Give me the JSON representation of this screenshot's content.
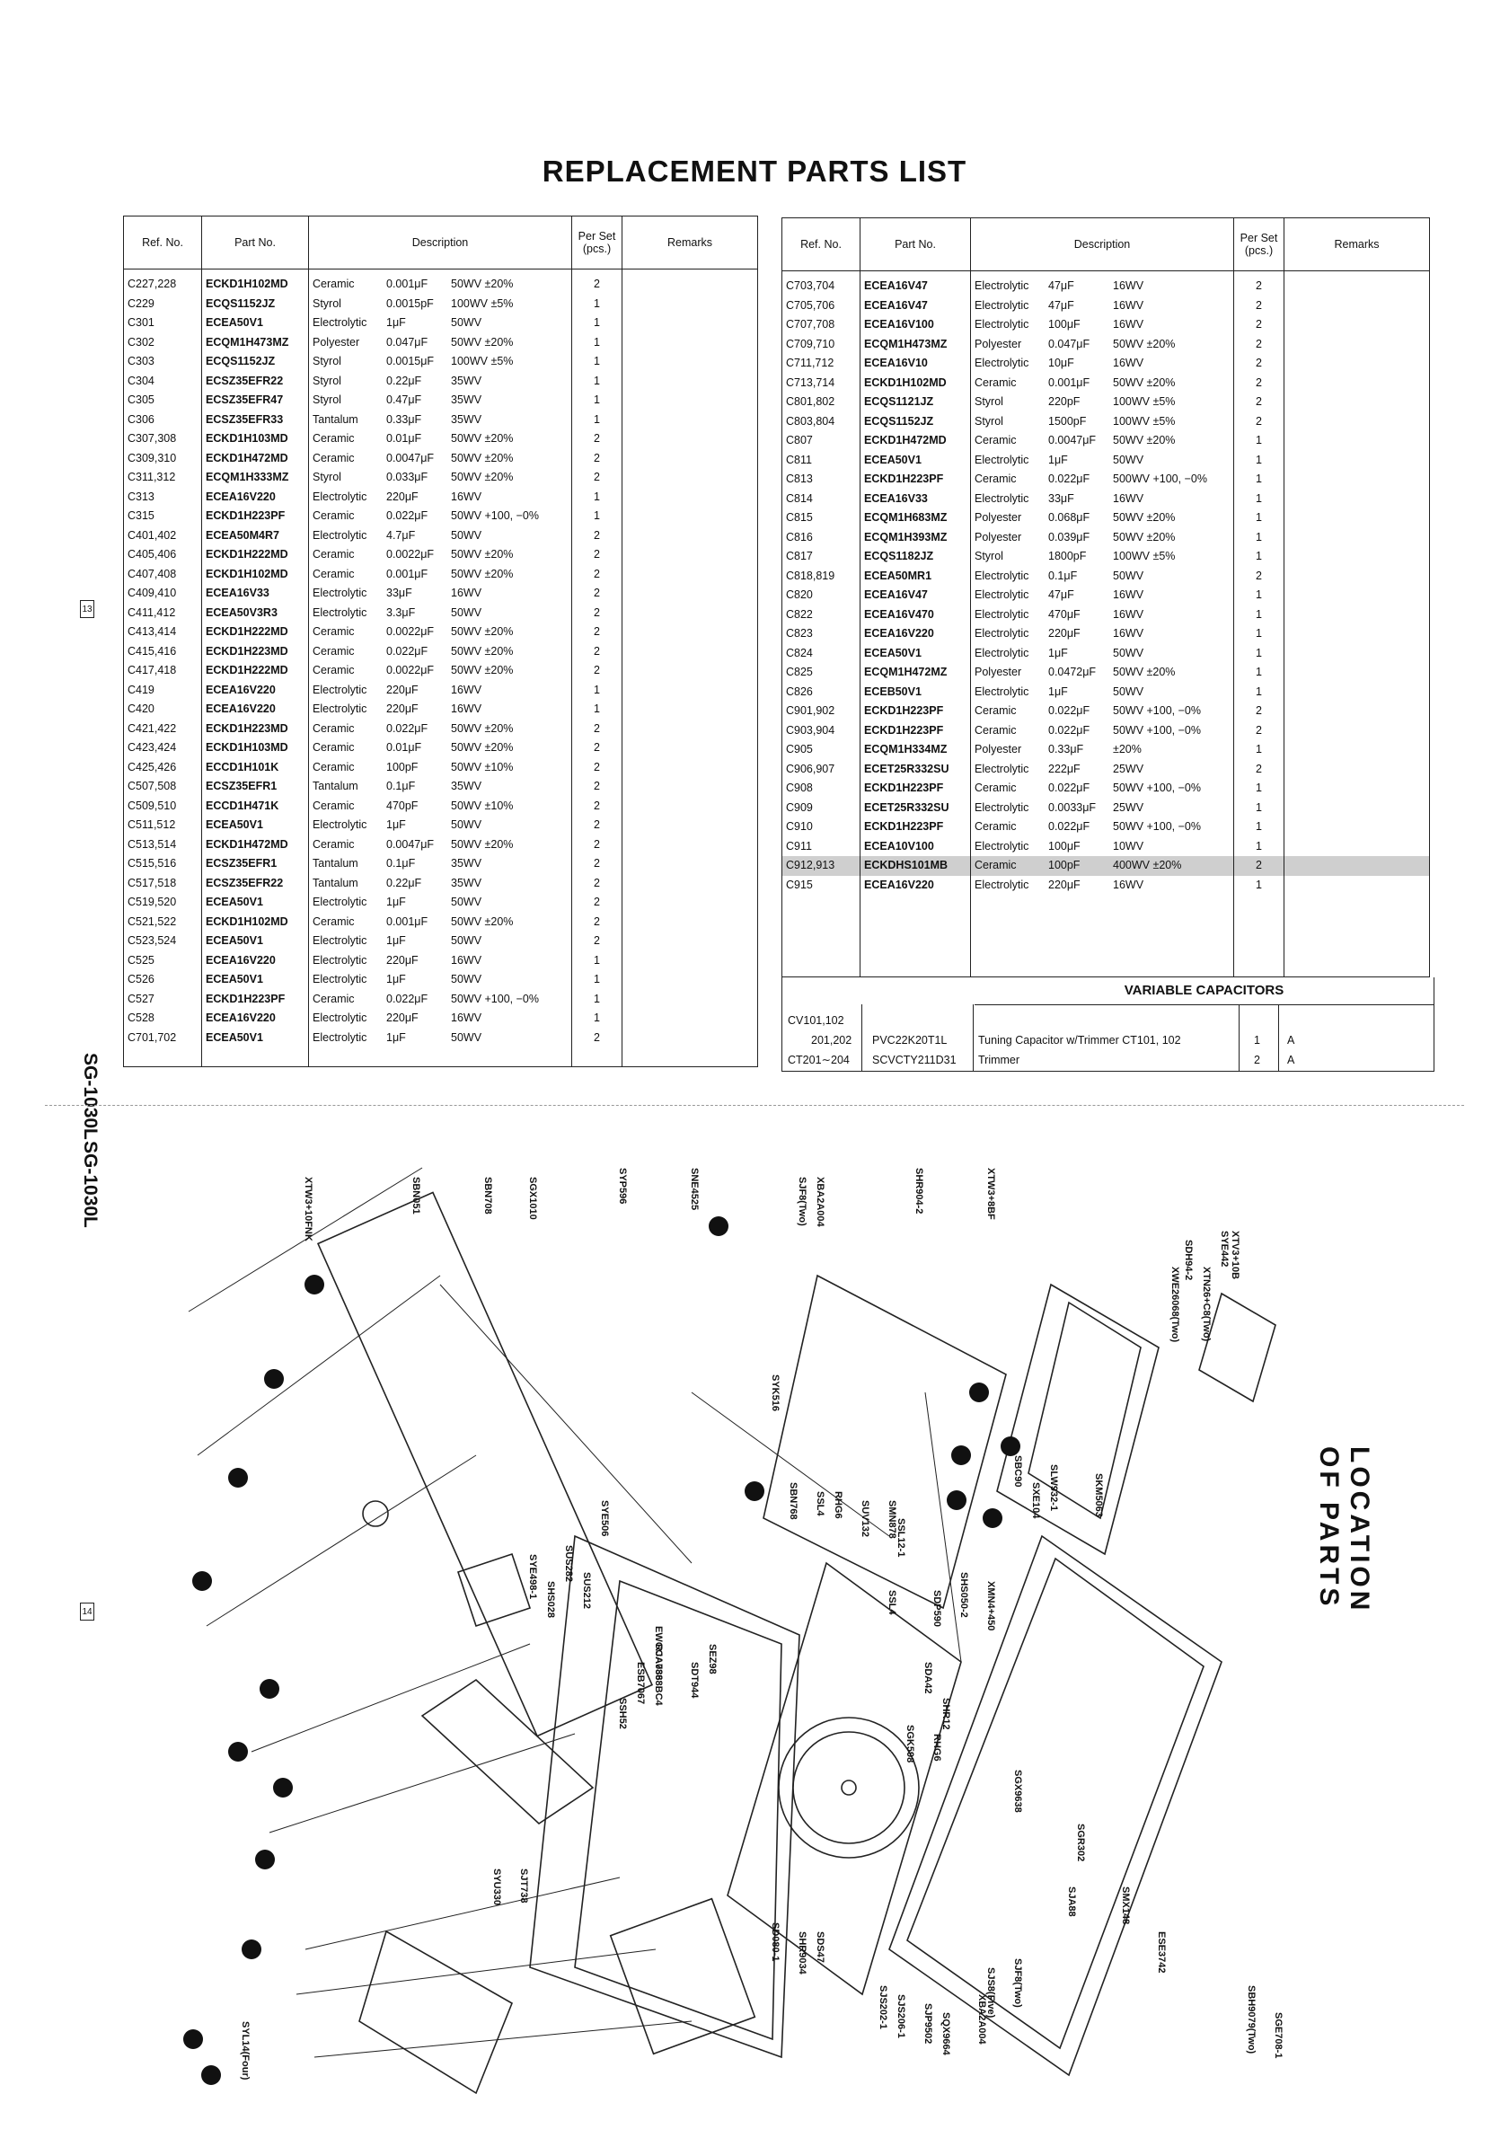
{
  "title": "REPLACEMENT PARTS LIST",
  "headers": {
    "ref": "Ref. No.",
    "part": "Part No.",
    "desc": "Description",
    "perset": "Per Set (pcs.)",
    "remarks": "Remarks"
  },
  "left_rows": [
    [
      "C227,228",
      "ECKD1H102MD",
      "Ceramic",
      "0.001μF",
      "50WV ±20%",
      "2"
    ],
    [
      "C229",
      "ECQS1152JZ",
      "Styrol",
      "0.0015pF",
      "100WV ±5%",
      "1"
    ],
    [
      "C301",
      "ECEA50V1",
      "Electrolytic",
      "1μF",
      "50WV",
      "1"
    ],
    [
      "C302",
      "ECQM1H473MZ",
      "Polyester",
      "0.047μF",
      "50WV ±20%",
      "1"
    ],
    [
      "C303",
      "ECQS1152JZ",
      "Styrol",
      "0.0015μF",
      "100WV ±5%",
      "1"
    ],
    [
      "C304",
      "ECSZ35EFR22",
      "Styrol",
      "0.22μF",
      "35WV",
      "1"
    ],
    [
      "C305",
      "ECSZ35EFR47",
      "Styrol",
      "0.47μF",
      "35WV",
      "1"
    ],
    [
      "C306",
      "ECSZ35EFR33",
      "Tantalum",
      "0.33μF",
      "35WV",
      "1"
    ],
    [
      "C307,308",
      "ECKD1H103MD",
      "Ceramic",
      "0.01μF",
      "50WV ±20%",
      "2"
    ],
    [
      "C309,310",
      "ECKD1H472MD",
      "Ceramic",
      "0.0047μF",
      "50WV ±20%",
      "2"
    ],
    [
      "C311,312",
      "ECQM1H333MZ",
      "Styrol",
      "0.033μF",
      "50WV ±20%",
      "2"
    ],
    [
      "C313",
      "ECEA16V220",
      "Electrolytic",
      "220μF",
      "16WV",
      "1"
    ],
    [
      "C315",
      "ECKD1H223PF",
      "Ceramic",
      "0.022μF",
      "50WV +100, −0%",
      "1"
    ],
    [
      "C401,402",
      "ECEA50M4R7",
      "Electrolytic",
      "4.7μF",
      "50WV",
      "2"
    ],
    [
      "C405,406",
      "ECKD1H222MD",
      "Ceramic",
      "0.0022μF",
      "50WV ±20%",
      "2"
    ],
    [
      "C407,408",
      "ECKD1H102MD",
      "Ceramic",
      "0.001μF",
      "50WV ±20%",
      "2"
    ],
    [
      "C409,410",
      "ECEA16V33",
      "Electrolytic",
      "33μF",
      "16WV",
      "2"
    ],
    [
      "C411,412",
      "ECEA50V3R3",
      "Electrolytic",
      "3.3μF",
      "50WV",
      "2"
    ],
    [
      "C413,414",
      "ECKD1H222MD",
      "Ceramic",
      "0.0022μF",
      "50WV ±20%",
      "2"
    ],
    [
      "C415,416",
      "ECKD1H223MD",
      "Ceramic",
      "0.022μF",
      "50WV ±20%",
      "2"
    ],
    [
      "C417,418",
      "ECKD1H222MD",
      "Ceramic",
      "0.0022μF",
      "50WV ±20%",
      "2"
    ],
    [
      "C419",
      "ECEA16V220",
      "Electrolytic",
      "220μF",
      "16WV",
      "1"
    ],
    [
      "C420",
      "ECEA16V220",
      "Electrolytic",
      "220μF",
      "16WV",
      "1"
    ],
    [
      "C421,422",
      "ECKD1H223MD",
      "Ceramic",
      "0.022μF",
      "50WV ±20%",
      "2"
    ],
    [
      "C423,424",
      "ECKD1H103MD",
      "Ceramic",
      "0.01μF",
      "50WV ±20%",
      "2"
    ],
    [
      "C425,426",
      "ECCD1H101K",
      "Ceramic",
      "100pF",
      "50WV ±10%",
      "2"
    ],
    [
      "C507,508",
      "ECSZ35EFR1",
      "Tantalum",
      "0.1μF",
      "35WV",
      "2"
    ],
    [
      "C509,510",
      "ECCD1H471K",
      "Ceramic",
      "470pF",
      "50WV ±10%",
      "2"
    ],
    [
      "C511,512",
      "ECEA50V1",
      "Electrolytic",
      "1μF",
      "50WV",
      "2"
    ],
    [
      "C513,514",
      "ECKD1H472MD",
      "Ceramic",
      "0.0047μF",
      "50WV ±20%",
      "2"
    ],
    [
      "C515,516",
      "ECSZ35EFR1",
      "Tantalum",
      "0.1μF",
      "35WV",
      "2"
    ],
    [
      "C517,518",
      "ECSZ35EFR22",
      "Tantalum",
      "0.22μF",
      "35WV",
      "2"
    ],
    [
      "C519,520",
      "ECEA50V1",
      "Electrolytic",
      "1μF",
      "50WV",
      "2"
    ],
    [
      "C521,522",
      "ECKD1H102MD",
      "Ceramic",
      "0.001μF",
      "50WV ±20%",
      "2"
    ],
    [
      "C523,524",
      "ECEA50V1",
      "Electrolytic",
      "1μF",
      "50WV",
      "2"
    ],
    [
      "C525",
      "ECEA16V220",
      "Electrolytic",
      "220μF",
      "16WV",
      "1"
    ],
    [
      "C526",
      "ECEA50V1",
      "Electrolytic",
      "1μF",
      "50WV",
      "1"
    ],
    [
      "C527",
      "ECKD1H223PF",
      "Ceramic",
      "0.022μF",
      "50WV +100, −0%",
      "1"
    ],
    [
      "C528",
      "ECEA16V220",
      "Electrolytic",
      "220μF",
      "16WV",
      "1"
    ],
    [
      "C701,702",
      "ECEA50V1",
      "Electrolytic",
      "1μF",
      "50WV",
      "2"
    ]
  ],
  "right_rows": [
    [
      "C703,704",
      "ECEA16V47",
      "Electrolytic",
      "47μF",
      "16WV",
      "2"
    ],
    [
      "C705,706",
      "ECEA16V47",
      "Electrolytic",
      "47μF",
      "16WV",
      "2"
    ],
    [
      "C707,708",
      "ECEA16V100",
      "Electrolytic",
      "100μF",
      "16WV",
      "2"
    ],
    [
      "C709,710",
      "ECQM1H473MZ",
      "Polyester",
      "0.047μF",
      "50WV ±20%",
      "2"
    ],
    [
      "C711,712",
      "ECEA16V10",
      "Electrolytic",
      "10μF",
      "16WV",
      "2"
    ],
    [
      "C713,714",
      "ECKD1H102MD",
      "Ceramic",
      "0.001μF",
      "50WV ±20%",
      "2"
    ],
    [
      "C801,802",
      "ECQS1121JZ",
      "Styrol",
      "220pF",
      "100WV ±5%",
      "2"
    ],
    [
      "C803,804",
      "ECQS1152JZ",
      "Styrol",
      "1500pF",
      "100WV ±5%",
      "2"
    ],
    [
      "C807",
      "ECKD1H472MD",
      "Ceramic",
      "0.0047μF",
      "50WV ±20%",
      "1"
    ],
    [
      "C811",
      "ECEA50V1",
      "Electrolytic",
      "1μF",
      "50WV",
      "1"
    ],
    [
      "C813",
      "ECKD1H223PF",
      "Ceramic",
      "0.022μF",
      "500WV +100, −0%",
      "1"
    ],
    [
      "C814",
      "ECEA16V33",
      "Electrolytic",
      "33μF",
      "16WV",
      "1"
    ],
    [
      "C815",
      "ECQM1H683MZ",
      "Polyester",
      "0.068μF",
      "50WV ±20%",
      "1"
    ],
    [
      "C816",
      "ECQM1H393MZ",
      "Polyester",
      "0.039μF",
      "50WV ±20%",
      "1"
    ],
    [
      "C817",
      "ECQS1182JZ",
      "Styrol",
      "1800pF",
      "100WV ±5%",
      "1"
    ],
    [
      "C818,819",
      "ECEA50MR1",
      "Electrolytic",
      "0.1μF",
      "50WV",
      "2"
    ],
    [
      "C820",
      "ECEA16V47",
      "Electrolytic",
      "47μF",
      "16WV",
      "1"
    ],
    [
      "C822",
      "ECEA16V470",
      "Electrolytic",
      "470μF",
      "16WV",
      "1"
    ],
    [
      "C823",
      "ECEA16V220",
      "Electrolytic",
      "220μF",
      "16WV",
      "1"
    ],
    [
      "C824",
      "ECEA50V1",
      "Electrolytic",
      "1μF",
      "50WV",
      "1"
    ],
    [
      "C825",
      "ECQM1H472MZ",
      "Polyester",
      "0.0472μF",
      "50WV ±20%",
      "1"
    ],
    [
      "C826",
      "ECEB50V1",
      "Electrolytic",
      "1μF",
      "50WV",
      "1"
    ],
    [
      "C901,902",
      "ECKD1H223PF",
      "Ceramic",
      "0.022μF",
      "50WV +100, −0%",
      "2"
    ],
    [
      "C903,904",
      "ECKD1H223PF",
      "Ceramic",
      "0.022μF",
      "50WV +100, −0%",
      "2"
    ],
    [
      "C905",
      "ECQM1H334MZ",
      "Polyester",
      "0.33μF",
      "±20%",
      "1"
    ],
    [
      "C906,907",
      "ECET25R332SU",
      "Electrolytic",
      "222μF",
      "25WV",
      "2"
    ],
    [
      "C908",
      "ECKD1H223PF",
      "Ceramic",
      "0.022μF",
      "50WV +100, −0%",
      "1"
    ],
    [
      "C909",
      "ECET25R332SU",
      "Electrolytic",
      "0.0033μF",
      "25WV",
      "1"
    ],
    [
      "C910",
      "ECKD1H223PF",
      "Ceramic",
      "0.022μF",
      "50WV +100, −0%",
      "1"
    ],
    [
      "C911",
      "ECEA10V100",
      "Electrolytic",
      "100μF",
      "10WV",
      "1"
    ],
    [
      "C912,913",
      "ECKDHS101MB",
      "Ceramic",
      "100pF",
      "400WV ±20%",
      "2"
    ],
    [
      "C915",
      "ECEA16V220",
      "Electrolytic",
      "220μF",
      "16WV",
      "1"
    ]
  ],
  "variable": {
    "heading": "VARIABLE CAPACITORS",
    "rows": [
      {
        "ref": "CV101,102",
        "part": "",
        "desc": "",
        "qty": "",
        "rem": ""
      },
      {
        "ref": "201,202",
        "part": "PVC22K20T1L",
        "desc": "Tuning Capacitor w/Trimmer CT101, 102",
        "qty": "1",
        "rem": "A"
      },
      {
        "ref": "CT201∼204",
        "part": "SCVCTY211D31",
        "desc": "Trimmer",
        "qty": "2",
        "rem": "A"
      }
    ]
  },
  "side": {
    "model": "SG-1030L",
    "page13": "13",
    "page14": "14",
    "location": "LOCATION OF PARTS"
  },
  "diagram_labels": [
    "SYE442",
    "SDH94-2",
    "XWE26068(Two)",
    "XTN26+C8(Two)",
    "SHR904-2",
    "XTW3+8BF",
    "XBA2A004",
    "SJF8(Two)",
    "SNE4525",
    "SYP596",
    "SGX1010",
    "SBN708",
    "SBN051",
    "XTW3+10FNK",
    "SYK516",
    "SBC90",
    "SLW932-1",
    "SXE104",
    "SKM5063",
    "SBN768",
    "SSL4",
    "RHG6",
    "SUV132",
    "SMN878",
    "SSL12-1",
    "SSL4",
    "SDP590",
    "SHS050-2",
    "XMN4+450",
    "SDA42",
    "SSH52",
    "SDT944",
    "SEZ98",
    "RJA788",
    "ESB7067",
    "EWGCA0368BC4",
    "SUS212",
    "SYE506",
    "SUS282",
    "SHS028",
    "SYE498-1",
    "SHR12",
    "RHG6",
    "SGK598",
    "SGX9638",
    "SGR302",
    "SMX148",
    "SJA88",
    "ESE3742",
    "SBH9079(Two)",
    "SGE708-1",
    "SD080-1",
    "SHR9034",
    "SDS47",
    "SJS202-1",
    "SJS206-1",
    "SJP9502",
    "SQX9664",
    "XBA2A004",
    "SJS8(Five)",
    "SJF8(Two)",
    "SJT738",
    "SYU330",
    "SYL14(Four)",
    "XTV3+10B"
  ]
}
